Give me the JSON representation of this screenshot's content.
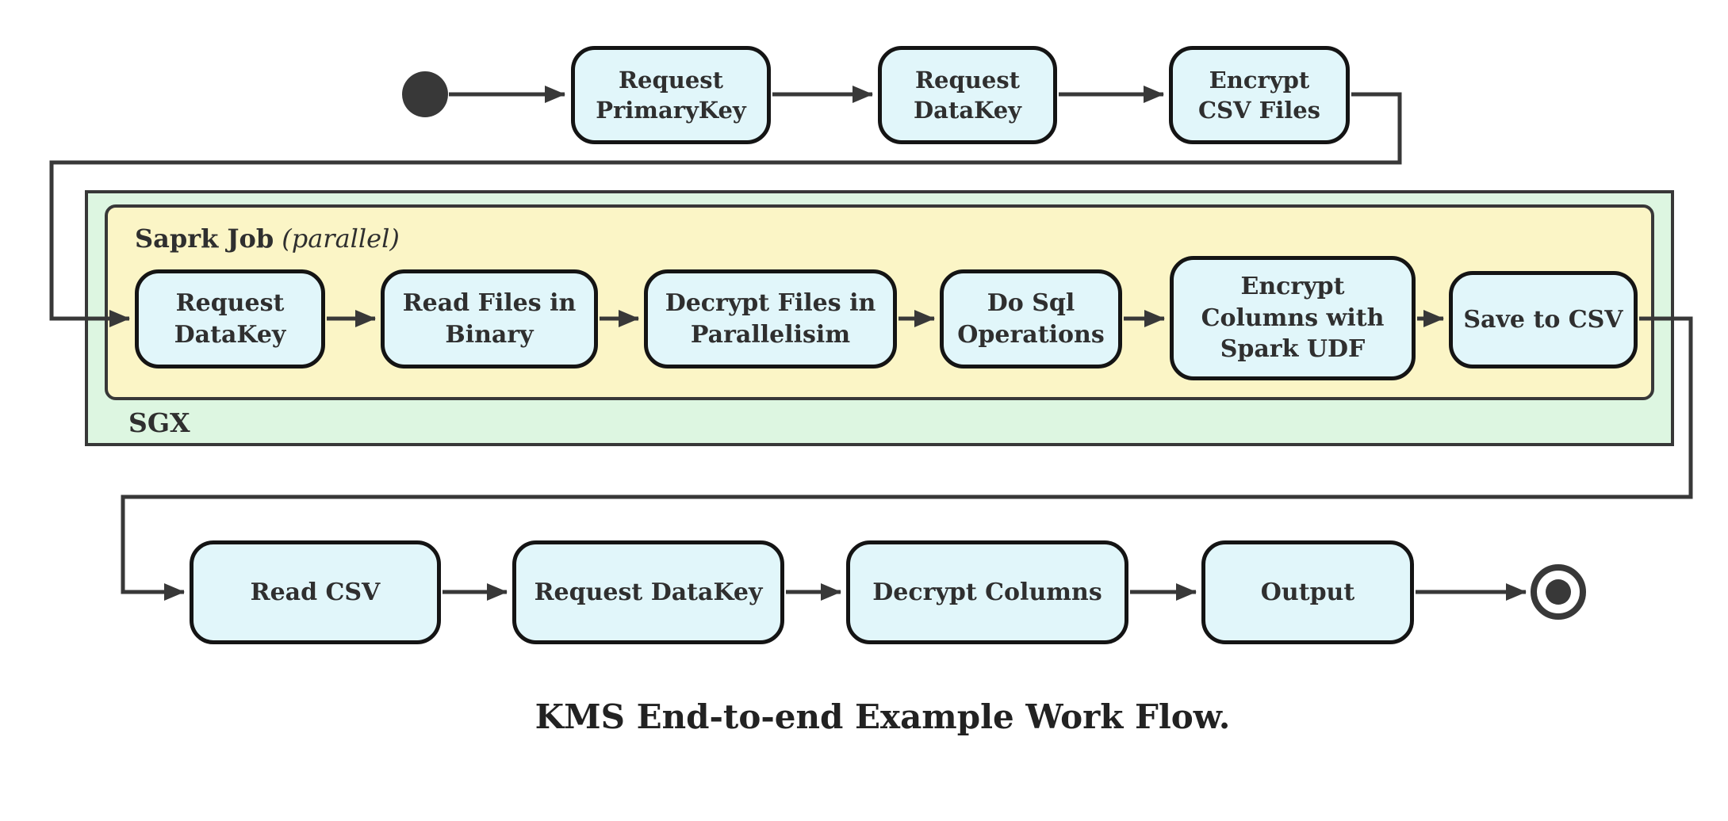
{
  "caption": "KMS End-to-end Example Work Flow.",
  "colors": {
    "node_fill": "#e1f6fa",
    "node_border": "#141414",
    "sgx_fill": "#ddf6e1",
    "spark_fill": "#fbf5c6",
    "container_border": "#383838",
    "connector": "#383838",
    "text": "#2f2f2f"
  },
  "containers": {
    "sgx": {
      "label": "SGX"
    },
    "spark": {
      "label": "Saprk Job",
      "qualifier": "(parallel)"
    }
  },
  "icons": {
    "start_state": "filled-circle",
    "end_state": "bullseye-target"
  },
  "nodes": {
    "top": [
      {
        "label": "Request\nPrimaryKey"
      },
      {
        "label": "Request\nDataKey"
      },
      {
        "label": "Encrypt\nCSV Files"
      }
    ],
    "spark": [
      {
        "label": "Request\nDataKey"
      },
      {
        "label": "Read Files in\nBinary"
      },
      {
        "label": "Decrypt Files in\nParallelisim"
      },
      {
        "label": "Do Sql\nOperations"
      },
      {
        "label": "Encrypt\nColumns with\nSpark UDF"
      },
      {
        "label": "Save to CSV"
      }
    ],
    "bottom": [
      {
        "label": "Read CSV"
      },
      {
        "label": "Request DataKey"
      },
      {
        "label": "Decrypt Columns"
      },
      {
        "label": "Output"
      }
    ]
  }
}
